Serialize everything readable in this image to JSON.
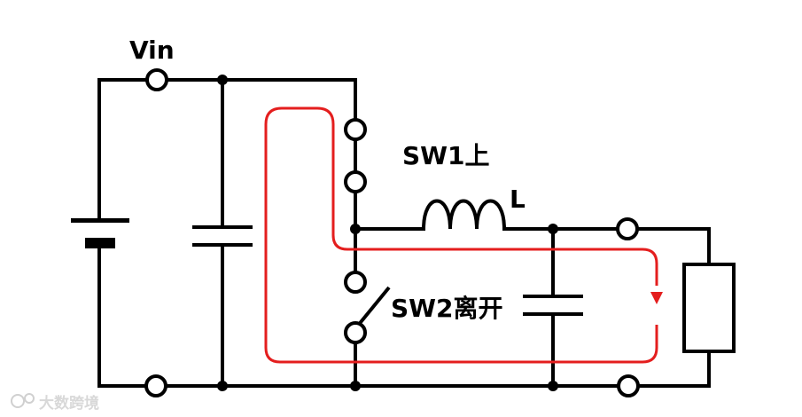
{
  "labels": {
    "vin": "Vin",
    "sw1": "SW1上",
    "inductor": "L",
    "sw2": "SW2离开",
    "watermark": "大数跨境"
  },
  "colors": {
    "wire": "#000000",
    "current_path": "#e41e1e",
    "background": "#ffffff"
  },
  "icons": {
    "watermark_logo": "watermark-logo-icon"
  }
}
